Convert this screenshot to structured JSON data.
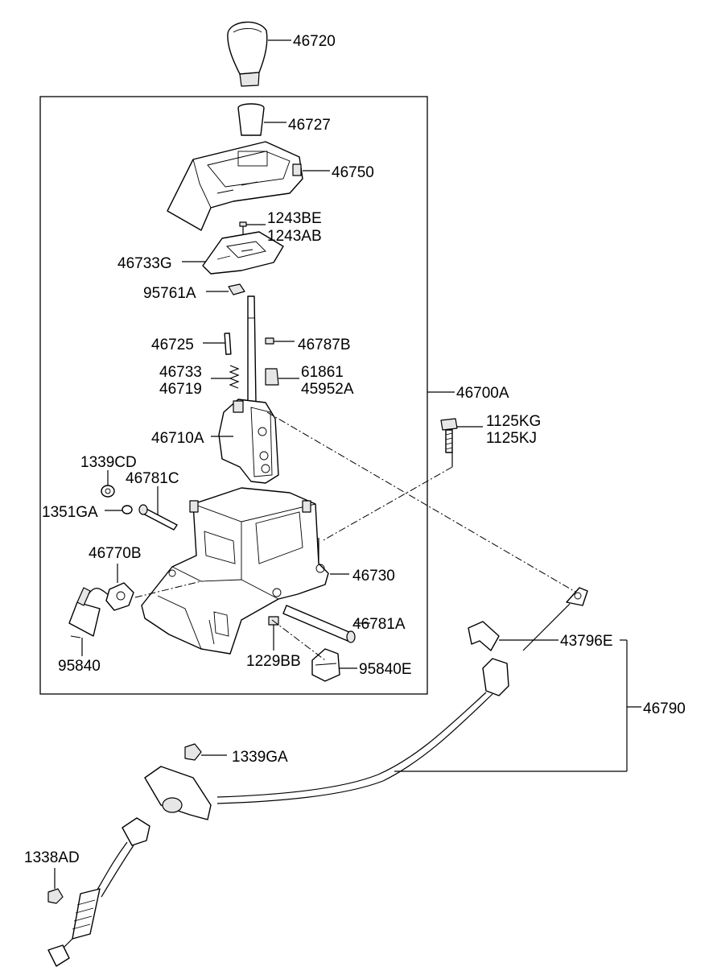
{
  "labels": {
    "p46720": "46720",
    "p46727": "46727",
    "p46750": "46750",
    "p1243BE": "1243BE",
    "p1243AB": "1243AB",
    "p46733G": "46733G",
    "p95761A": "95761A",
    "p46725": "46725",
    "p46787B": "46787B",
    "p46733": "46733",
    "p46719": "46719",
    "p61861": "61861",
    "p45952A": "45952A",
    "p46700A": "46700A",
    "p1125KG": "1125KG",
    "p1125KJ": "1125KJ",
    "p46710A": "46710A",
    "p1339CD": "1339CD",
    "p46781C": "46781C",
    "p1351GA": "1351GA",
    "p46770B": "46770B",
    "p46730": "46730",
    "p46781A": "46781A",
    "p43796E": "43796E",
    "p95840": "95840",
    "p1229BB": "1229BB",
    "p95840E": "95840E",
    "p46790": "46790",
    "p1339GA": "1339GA",
    "p1338AD": "1338AD"
  }
}
